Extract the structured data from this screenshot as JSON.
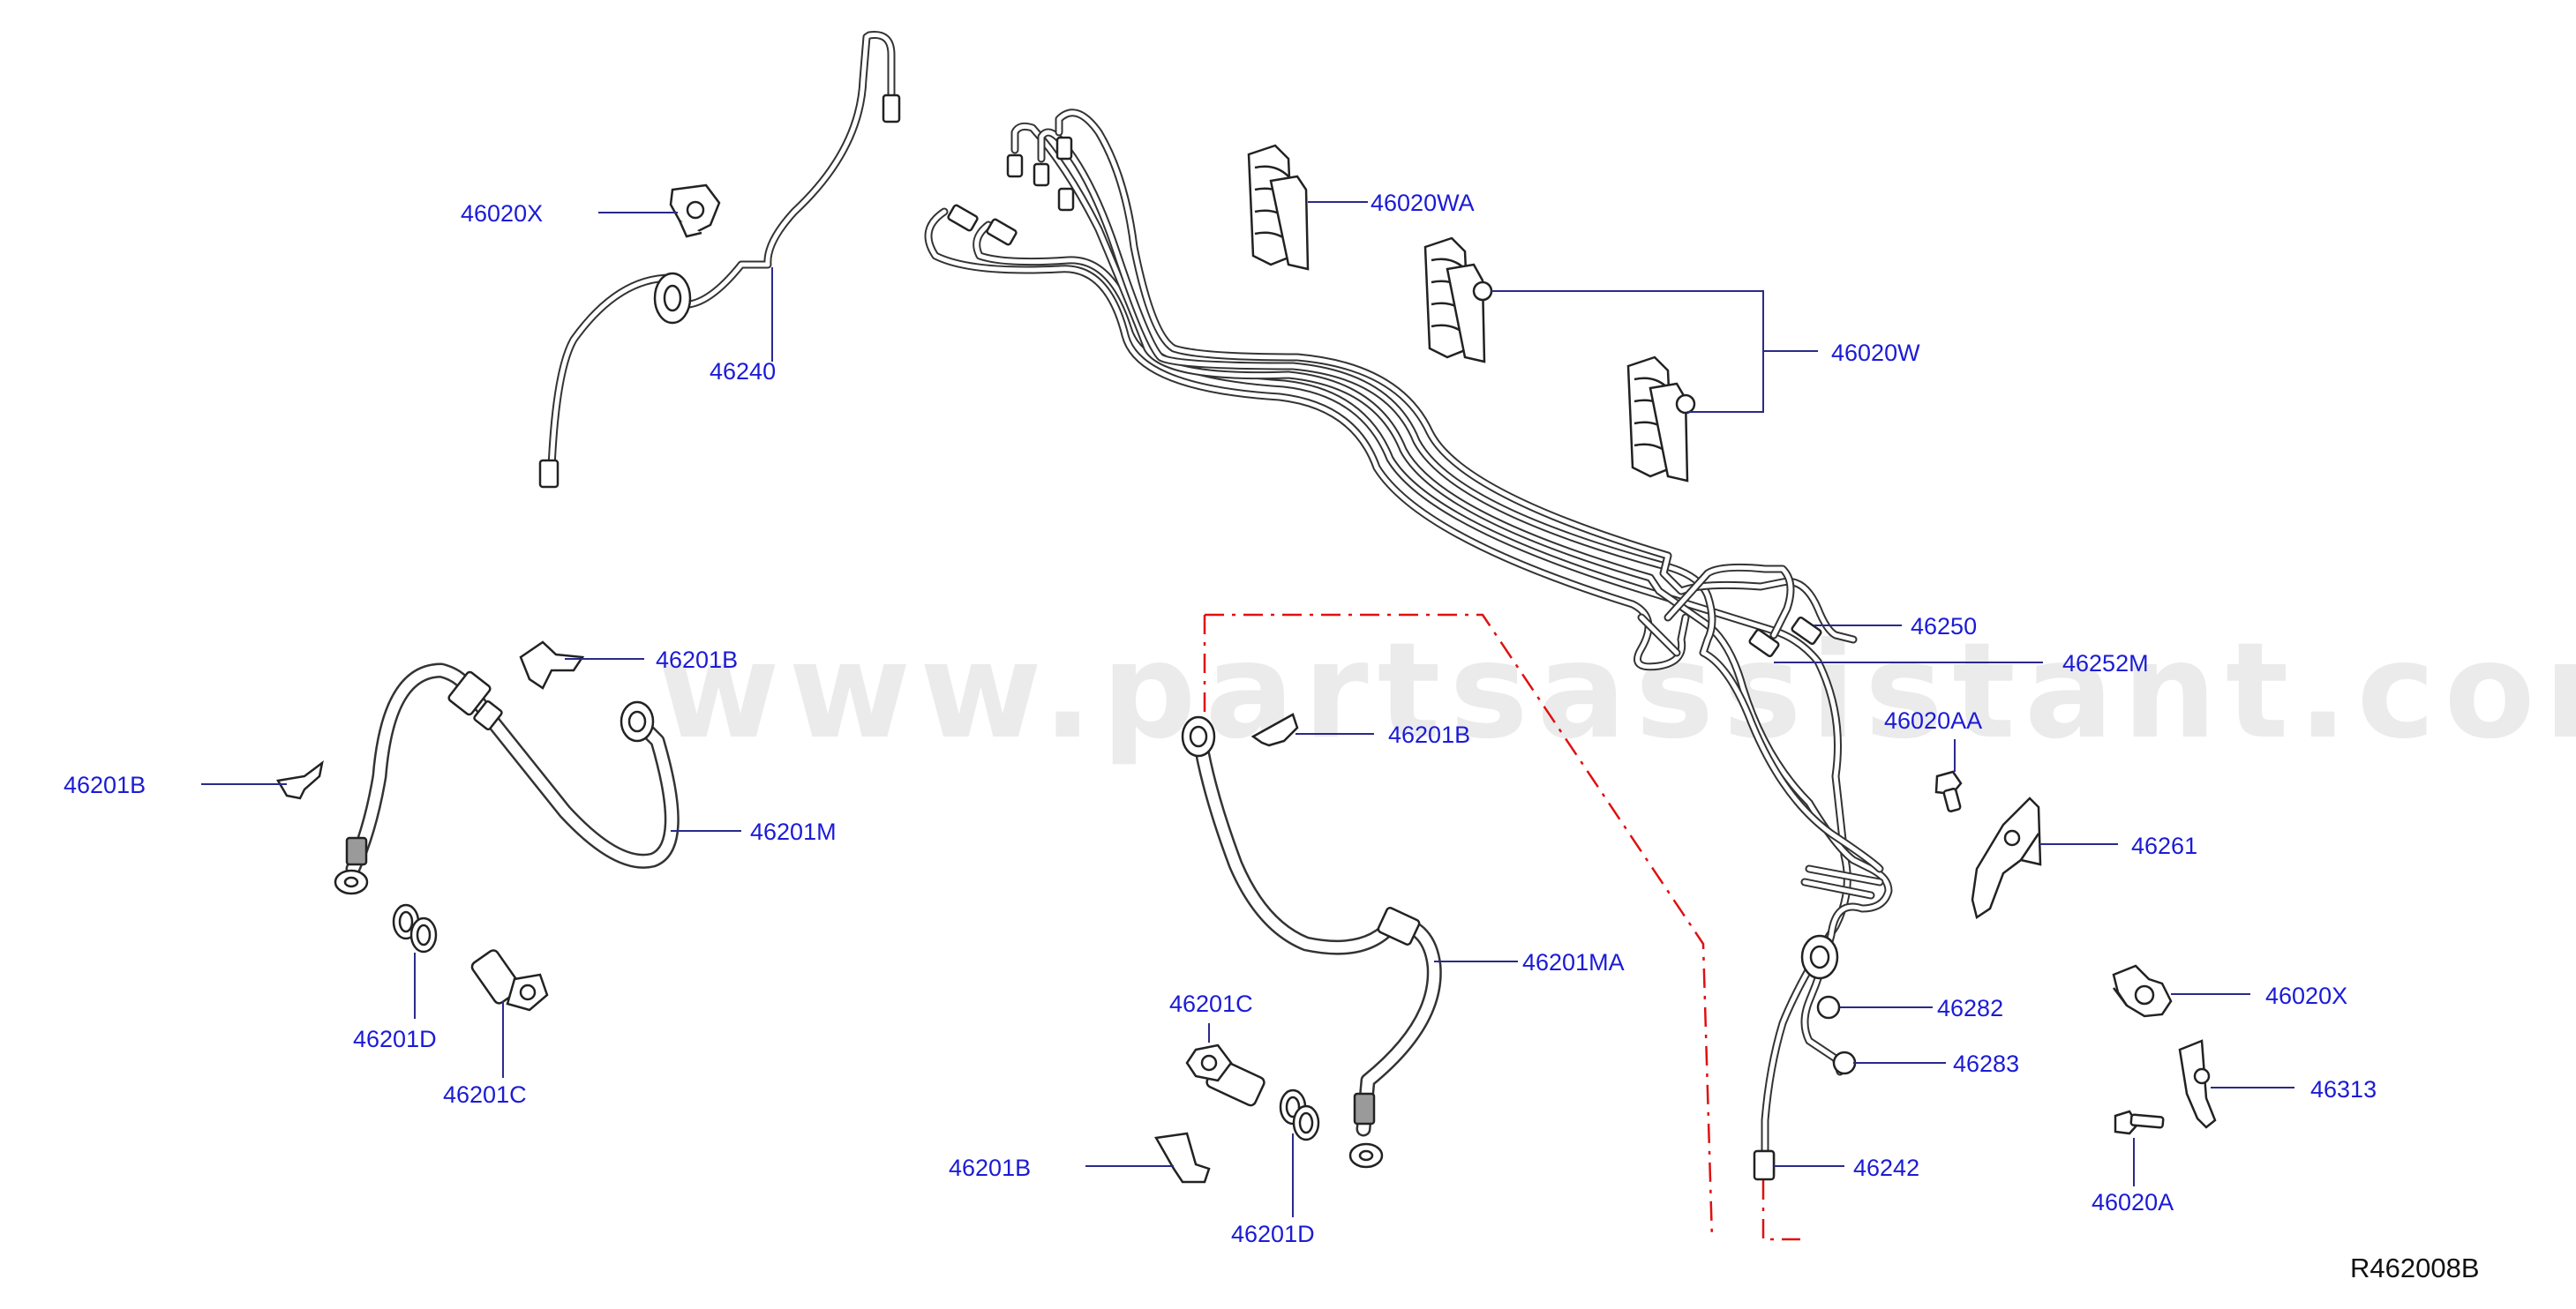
{
  "watermark": "www.partsassistant.com",
  "reference_code": "R462008B",
  "colors": {
    "label": "#1b1bd6",
    "leader": "#2a2a8a",
    "boundary": "#e01010",
    "line_art": "#333333"
  },
  "callouts": [
    {
      "id": "46020X_top",
      "text": "46020X"
    },
    {
      "id": "46240",
      "text": "46240"
    },
    {
      "id": "46020WA",
      "text": "46020WA"
    },
    {
      "id": "46020W",
      "text": "46020W"
    },
    {
      "id": "46250",
      "text": "46250"
    },
    {
      "id": "46252M",
      "text": "46252M"
    },
    {
      "id": "46201B_left_top",
      "text": "46201B"
    },
    {
      "id": "46201B_left",
      "text": "46201B"
    },
    {
      "id": "46201M",
      "text": "46201M"
    },
    {
      "id": "46201D_left",
      "text": "46201D"
    },
    {
      "id": "46201C_left",
      "text": "46201C"
    },
    {
      "id": "46201B_mid",
      "text": "46201B"
    },
    {
      "id": "46201MA",
      "text": "46201MA"
    },
    {
      "id": "46201C_mid",
      "text": "46201C"
    },
    {
      "id": "46201B_bottom",
      "text": "46201B"
    },
    {
      "id": "46201D_mid",
      "text": "46201D"
    },
    {
      "id": "46020AA",
      "text": "46020AA"
    },
    {
      "id": "46261",
      "text": "46261"
    },
    {
      "id": "46282",
      "text": "46282"
    },
    {
      "id": "46283",
      "text": "46283"
    },
    {
      "id": "46242",
      "text": "46242"
    },
    {
      "id": "46020X_right",
      "text": "46020X"
    },
    {
      "id": "46313",
      "text": "46313"
    },
    {
      "id": "46020A",
      "text": "46020A"
    }
  ]
}
